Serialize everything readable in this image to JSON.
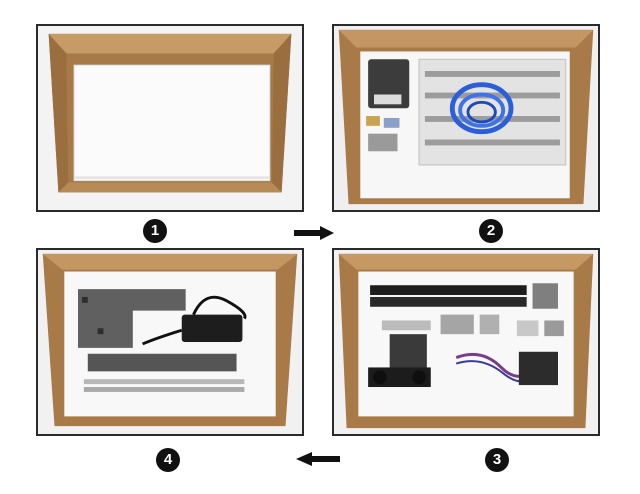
{
  "steps": [
    {
      "number": "1",
      "content": "box-with-white-foam"
    },
    {
      "number": "2",
      "content": "hardware-bag-cables-aluminum-rails"
    },
    {
      "number": "3",
      "content": "extrusion-rails-carriage-parts"
    },
    {
      "number": "4",
      "content": "plates-power-adapter-rods"
    }
  ],
  "arrows": [
    {
      "from": "1",
      "to": "2",
      "direction": "right"
    },
    {
      "from": "3",
      "to": "4",
      "direction": "left"
    }
  ],
  "colors": {
    "cardboard": "#b98a55",
    "cardboard_dark": "#8a6436",
    "foam": "#f4f4f4",
    "badge": "#111111",
    "cable_blue": "#2b5fd9"
  }
}
